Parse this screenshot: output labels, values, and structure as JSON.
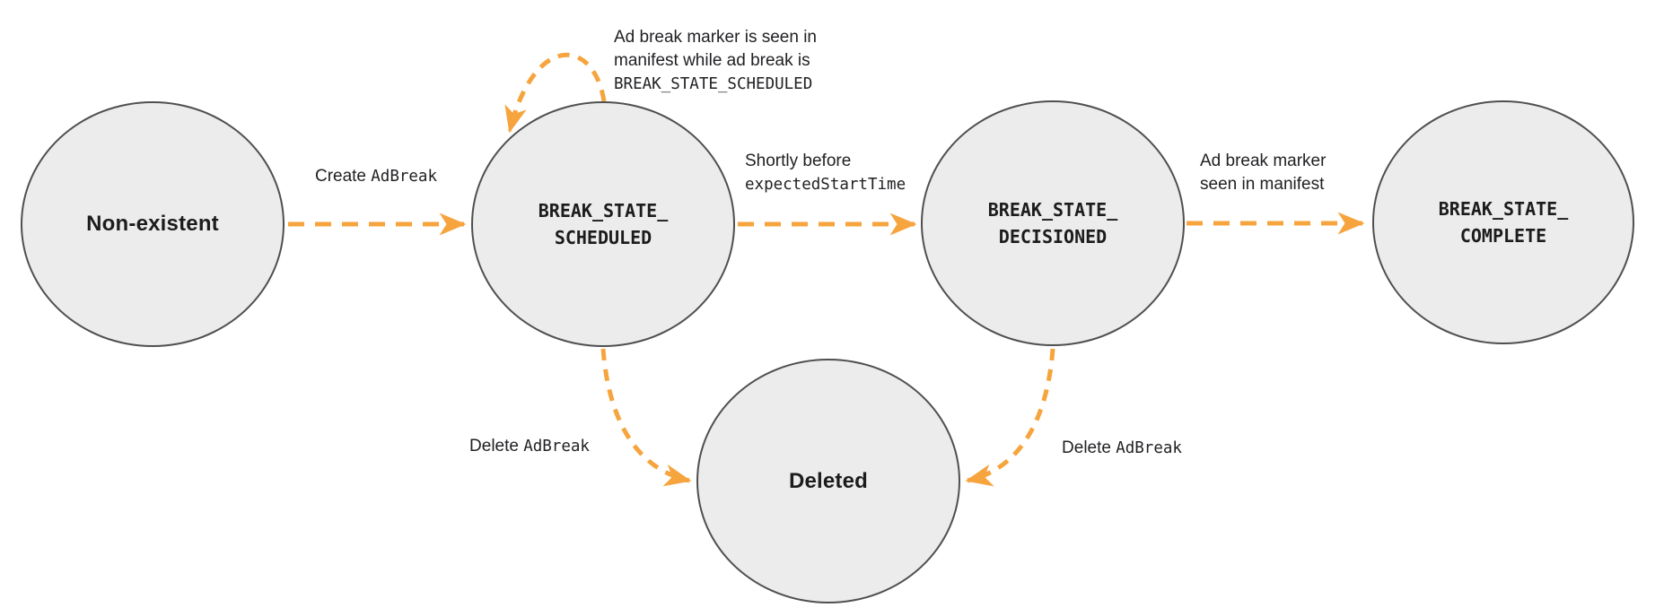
{
  "diagram": {
    "description": "AdBreak lifecycle state diagram",
    "colors": {
      "arrow": "#F6A43D",
      "node_fill": "#ECECEC",
      "node_border": "#4F4F4F",
      "text": "#202124"
    },
    "nodes": {
      "non_existent": {
        "label": "Non-existent"
      },
      "scheduled": {
        "line1": "BREAK_STATE_",
        "line2": "SCHEDULED"
      },
      "decisioned": {
        "line1": "BREAK_STATE_",
        "line2": "DECISIONED"
      },
      "complete": {
        "line1": "BREAK_STATE_",
        "line2": "COMPLETE"
      },
      "deleted": {
        "label": "Deleted"
      }
    },
    "edges": {
      "create": {
        "text": "Create",
        "code": "AdBreak"
      },
      "self_loop": {
        "line1": "Ad break marker is seen in",
        "line2": "manifest while ad break is",
        "code": "BREAK_STATE_SCHEDULED"
      },
      "decision": {
        "text": "Shortly before",
        "code": "expectedStartTime"
      },
      "marker_seen": {
        "line1": "Ad break marker",
        "line2": "seen in manifest"
      },
      "delete_left": {
        "text": "Delete",
        "code": "AdBreak"
      },
      "delete_right": {
        "text": "Delete",
        "code": "AdBreak"
      }
    }
  }
}
